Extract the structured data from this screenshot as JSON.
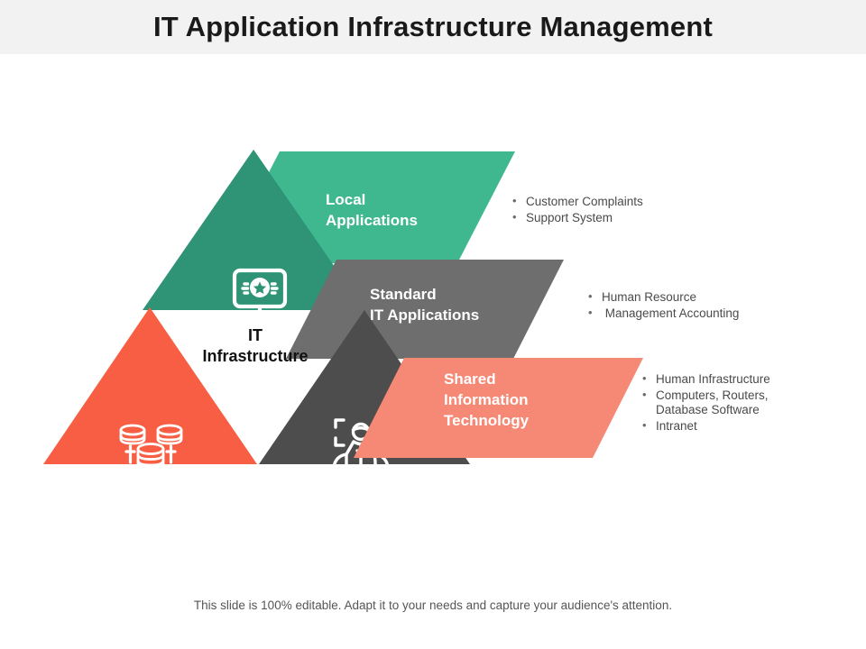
{
  "header": {
    "title": "IT Application Infrastructure Management"
  },
  "colors": {
    "header_band": "#f2f2f2",
    "green_dark": "#2e9475",
    "green_light": "#3fb890",
    "gray_dark": "#4d4d4d",
    "gray_medium": "#6e6e6e",
    "orange": "#f75e43",
    "salmon": "#f58975",
    "title_text": "#1a1a1a",
    "bullet_text": "#4a4a4a",
    "footer_text": "#555555"
  },
  "diagram": {
    "center_label": "IT Infrastructure",
    "center_label_line1": "IT",
    "center_label_line2": "Infrastructure",
    "segments": [
      {
        "id": "local-applications",
        "banner_line1": "Local",
        "banner_line2": "Applications",
        "icon": "monitor-star-icon",
        "triangle_color": "#2e9475",
        "banner_color": "#3fb890",
        "bullets": [
          "Customer Complaints",
          "Support System"
        ]
      },
      {
        "id": "standard-it-applications",
        "banner_line1": "Standard",
        "banner_line2": "IT Applications",
        "icon": "hands-person-icon",
        "triangle_color": "#4d4d4d",
        "banner_color": "#6e6e6e",
        "bullets": [
          "Human Resource",
          " Management Accounting"
        ]
      },
      {
        "id": "shared-information-technology",
        "banner_line1": "Shared",
        "banner_line2": "Information",
        "banner_line3": "Technology",
        "icon": "database-cluster-icon",
        "triangle_color": "#f75e43",
        "banner_color": "#f58975",
        "bullets": [
          "Human Infrastructure",
          "Computers, Routers, Database Software",
          "Intranet"
        ]
      }
    ]
  },
  "bullet_groups": {
    "group1": [
      "Customer Complaints",
      "Support System"
    ],
    "group2": [
      "Human Resource",
      " Management Accounting"
    ],
    "group3": [
      "Human Infrastructure",
      "Computers, Routers,\nDatabase Software",
      "Intranet"
    ]
  },
  "footer": {
    "note": "This slide is 100% editable. Adapt it to your needs and capture your audience's attention."
  }
}
